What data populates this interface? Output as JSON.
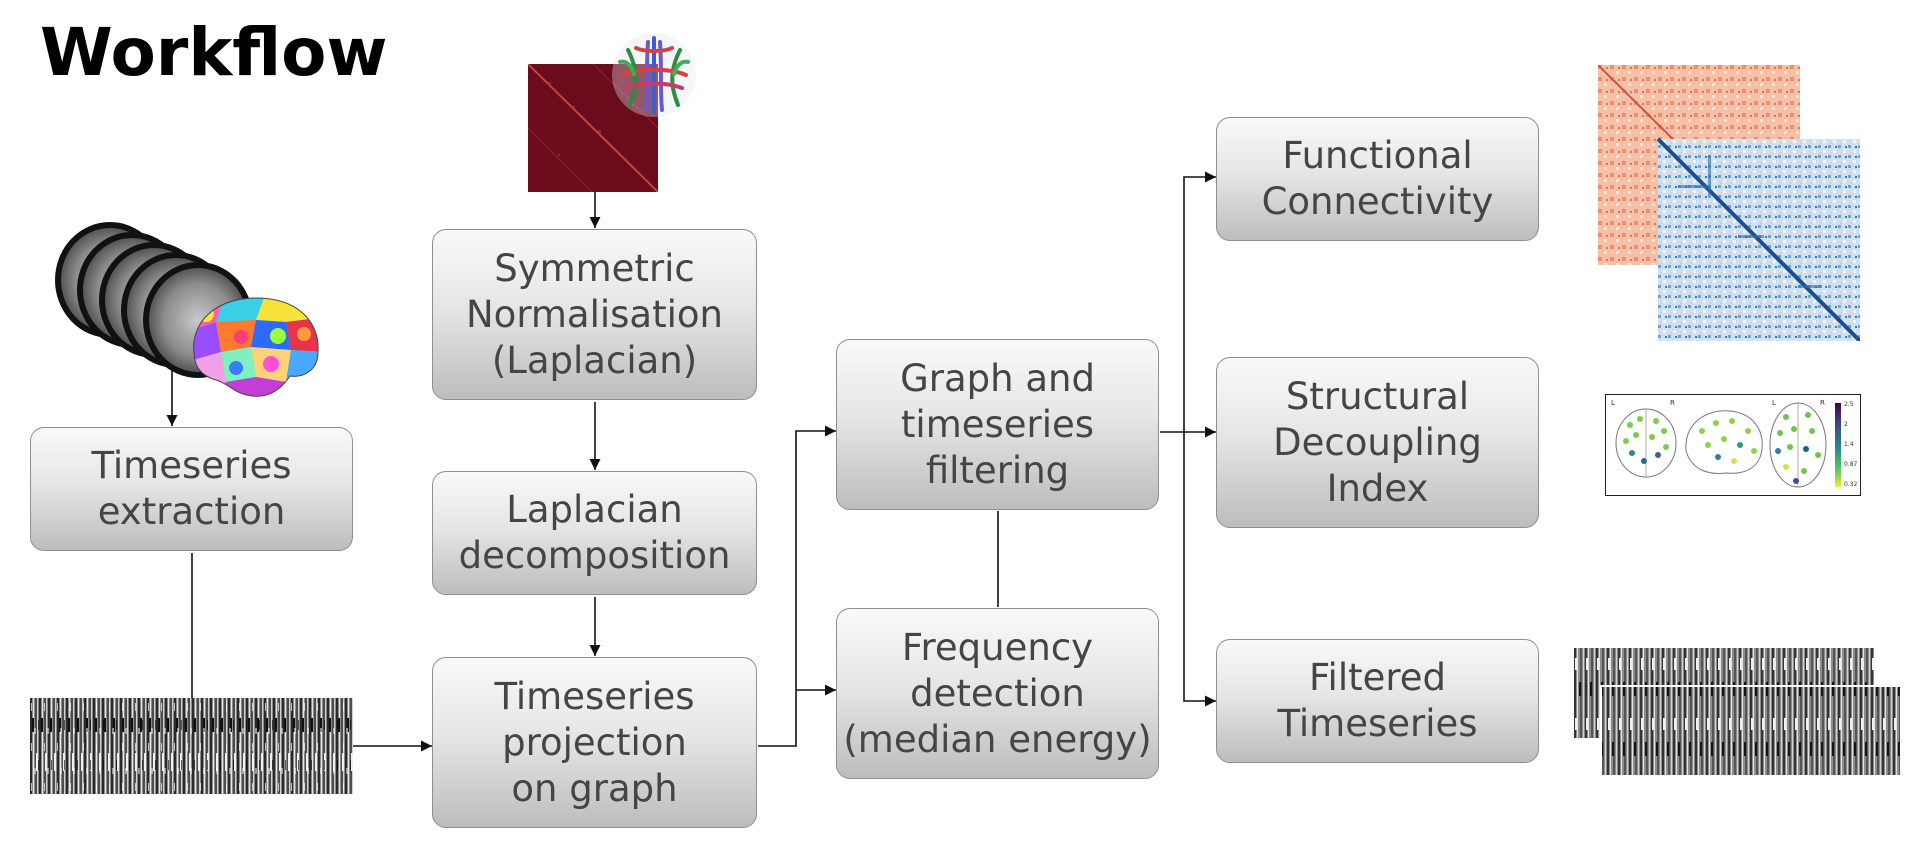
{
  "title": "Workflow",
  "boxes": {
    "extraction": "Timeseries\nextraction",
    "symmetric": "Symmetric\nNormalisation\n(Laplacian)",
    "decomposition": "Laplacian\ndecomposition",
    "projection": "Timeseries\nprojection\non graph",
    "filtering": "Graph and\ntimeseries\nfiltering",
    "frequency": "Frequency\ndetection\n(median energy)",
    "functional": "Functional\nConnectivity",
    "decoupling": "Structural\nDecoupling\nIndex",
    "filtered": "Filtered\nTimeseries"
  },
  "images": {
    "fmri_volumes": "mri-volumes-icon",
    "parcellation": "brain-parcellation-icon",
    "structural_matrix": "structural-connectivity-matrix",
    "tractography": "tractography-brain-icon",
    "raw_timeseries": "raw-timeseries-image",
    "fc_matrices": "functional-connectivity-matrices",
    "sdi_brains": "glass-brain-plots",
    "filtered_timeseries": "filtered-timeseries-image"
  },
  "colorbar_ticks": [
    "2.5",
    "2",
    "1.4",
    "0.87",
    "0.32"
  ],
  "glass_brain_labels": [
    "L",
    "R",
    "L",
    "R"
  ],
  "colors": {
    "matrix_red": "#6b0b1c",
    "fc_orange": "#f3b39a",
    "fc_blue": "#2f6fae",
    "box_text": "#454545"
  }
}
